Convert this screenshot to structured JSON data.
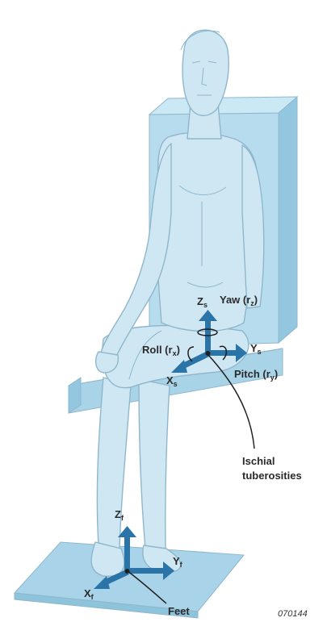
{
  "diagram": {
    "colors": {
      "body_fill": "#cfe6f3",
      "body_stroke": "#8fb7cc",
      "seat_front": "#a9d4e8",
      "seat_top": "#bfe0ef",
      "backrest": "#b7dcee",
      "backrest_side": "#93c7df",
      "floor": "#a8d3e8",
      "axis": "#2b74a8"
    },
    "seat_axes": {
      "z_main": "Z",
      "z_sub": "s",
      "y_main": "Y",
      "y_sub": "s",
      "x_main": "X",
      "x_sub": "s",
      "yaw": "Yaw (r",
      "yaw_sub": "z",
      "roll": "Roll (r",
      "roll_sub": "x",
      "pitch": "Pitch (r",
      "pitch_sub": "y",
      "close": ")"
    },
    "ischial_line1": "Ischial",
    "ischial_line2": "tuberosities",
    "feet_axes": {
      "z_main": "Z",
      "z_sub": "f",
      "y_main": "Y",
      "y_sub": "f",
      "x_main": "X",
      "x_sub": "f"
    },
    "feet_label": "Feet",
    "figure_number": "070144"
  }
}
